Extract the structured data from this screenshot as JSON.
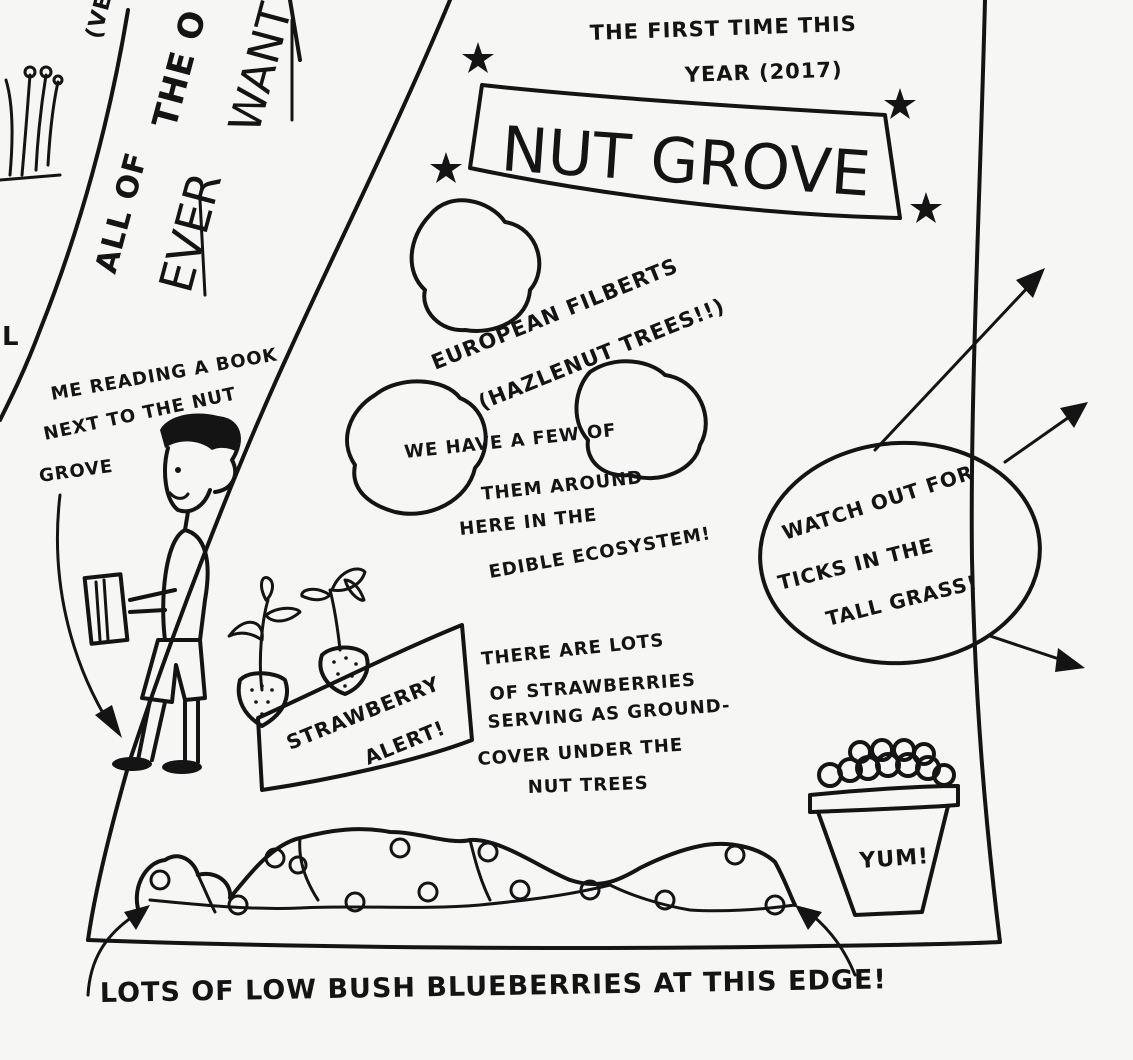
{
  "title": "NUT GROVE",
  "intro": {
    "line1": "THE FIRST TIME THIS",
    "line2": "YEAR (2017)"
  },
  "left_text": {
    "all_of": "ALL OF",
    "the_o": "THE O",
    "ever": "EVER",
    "want": "WANT",
    "ve": "(VE",
    "l": "L"
  },
  "filberts": {
    "line1": "EUROPEAN FILBERTS",
    "line2": "(HAZLENUT TREES!!)"
  },
  "few": {
    "line1": "WE HAVE A FEW OF",
    "line2": "THEM AROUND",
    "line3": "HERE IN THE",
    "line4": "EDIBLE ECOSYSTEM!"
  },
  "reading": {
    "line1": "ME READING A BOOK",
    "line2": "NEXT TO THE NUT",
    "line3": "GROVE"
  },
  "ticks": {
    "line1": "WATCH OUT FOR",
    "line2": "TICKS IN THE",
    "line3": "TALL GRASS!"
  },
  "strawberry_alert": {
    "line1": "STRAWBERRY",
    "line2": "ALERT!"
  },
  "strawberries": {
    "line1": "THERE ARE LOTS",
    "line2": "OF STRAWBERRIES",
    "line3": "SERVING AS GROUND-",
    "line4": "COVER UNDER THE",
    "line5": "NUT TREES"
  },
  "yum": "YUM!",
  "blueberries": "LOTS OF LOW BUSH BLUEBERRIES AT THIS EDGE!"
}
